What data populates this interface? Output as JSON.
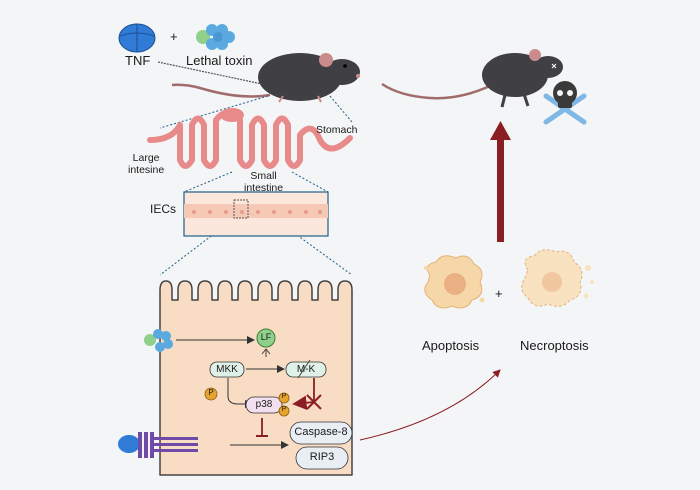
{
  "labels": {
    "tnf": "TNF",
    "plus_top": "+",
    "lethal_toxin": "Lethal toxin",
    "stomach": "Stomach",
    "large_intestine": "Large\nintesine",
    "small_intestine": "Small\nintestine",
    "iecs": "IECs",
    "lf": "LF",
    "mkk": "MKK",
    "mapkk": "M-K",
    "p_left": "P",
    "p38": "p38",
    "p_right_top": "P",
    "p_right_bottom": "P",
    "caspase8": "Caspase-8",
    "rip3": "RIP3",
    "apoptosis": "Apoptosis",
    "plus_death": "+",
    "necroptosis": "Necroptosis"
  },
  "icons": [
    "tnf-trimer-icon",
    "lethal-toxin-icon",
    "mouse-icon",
    "dead-mouse-icon",
    "skull-crossbones-icon",
    "intestine-icon",
    "tnf-receptor-icon",
    "apoptotic-cell-icon",
    "necroptotic-cell-icon"
  ],
  "colors": {
    "tnf_blue": "#2f7bd6",
    "toxin_green": "#8fd08a",
    "toxin_blue": "#5aa9e0",
    "mouse": "#3f3f44",
    "tail": "#a06b6b",
    "intestine": "#e98a8a",
    "cell_fill": "#f8dcc4",
    "cell_stroke": "#444444",
    "dark_red": "#8b1e23",
    "pill_green": "#dff1e9",
    "phospho": "#e6a32e",
    "receptor_purple": "#6f4aa8",
    "skull_blue": "#7fb8e6",
    "dead_cell": "#f6d8a8"
  }
}
